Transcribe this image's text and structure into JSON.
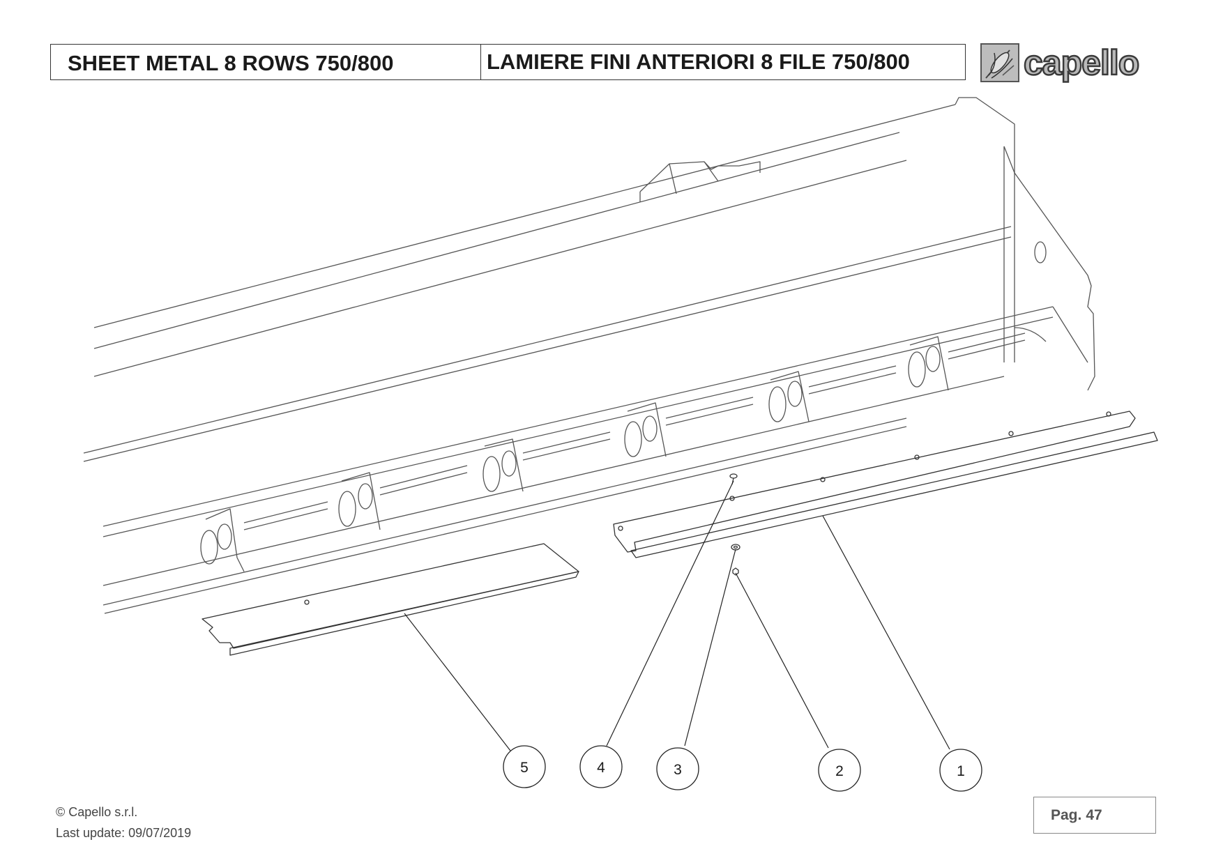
{
  "header": {
    "title_en": "SHEET METAL 8 ROWS 750/800",
    "title_it": "LAMIERE FINI ANTERIORI 8 FILE 750/800"
  },
  "logo": {
    "text": "capello",
    "icon": "corn-cob-logo-icon"
  },
  "callouts": [
    {
      "number": "5"
    },
    {
      "number": "4"
    },
    {
      "number": "3"
    },
    {
      "number": "2"
    },
    {
      "number": "1"
    }
  ],
  "footer": {
    "copyright": "© Capello s.r.l.",
    "last_update": "Last update: 09/07/2019",
    "page_label": "Pag.",
    "page_number": "47"
  }
}
